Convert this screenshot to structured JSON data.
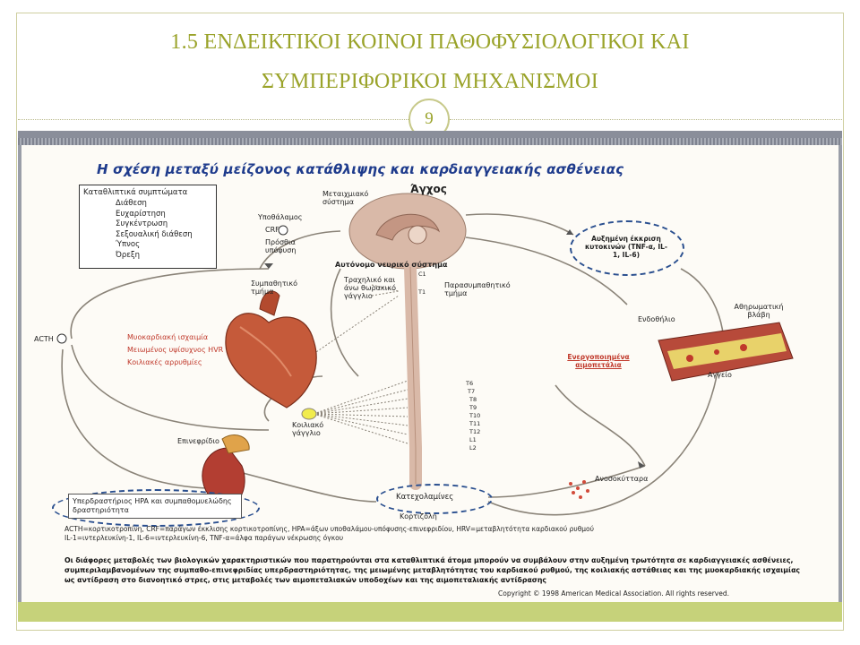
{
  "slide": {
    "title_line1": "1.5 ΕΝΔΕΙΚΤΙΚΟΙ ΚΟΙΝΟΙ ΠΑΘΟΦΥΣΙΟΛΟΓΙΚΟΙ ΚΑΙ",
    "title_line2": "ΣΥΜΠΕΡΙΦΟΡΙΚΟΙ ΜΗΧΑΝΙΣΜΟΙ",
    "page_number": "9"
  },
  "figure": {
    "title": "Η σχέση μεταξύ μείζονος κατάθλιψης και καρδιαγγειακής ασθένειας",
    "stress_label": "Άγχος",
    "symptoms_header": "Καταθλιπτικά συμπτώματα",
    "symptoms": [
      "Διάθεση",
      "Ευχαρίστηση",
      "Συγκέντρωση",
      "Σεξουαλική διάθεση",
      "Ύπνος",
      "Όρεξη"
    ],
    "labels": {
      "metaichmiako": "Μεταιχμιακό σύστημα",
      "ypothalamos": "Υποθάλαμος",
      "crf": "CRF",
      "prosthia": "Πρόσθια υπόφυση",
      "autonomic": "Αυτόνομο νευρικό σύστημα",
      "sympathetic": "Συμπαθητικό τμήμα",
      "trachiliko": "Τραχηλικό και άνω θωρακικό γάγγλιο",
      "parasympathetic": "Παρασυμπαθητικό τμήμα",
      "cytokines": "Αυξημένη έκκριση κυτοκινών (TNF-α, IL-1, IL-6)",
      "acth": "ACTH",
      "myocardial": "Μυοκαρδιακή ισχαιμία",
      "hrv": "Μειωμένος υψίσυχνος HVR",
      "arrhythmias": "Κοιλιακές αρρυθμίες",
      "endothelium": "Ενδοθήλιο",
      "atheromatic": "Αθηρωματική βλάβη",
      "platelets": "Ενεργοποιημένα αιμοπετάλια",
      "vessel": "Αγγείο",
      "koiliako": "Κοιλιακό γάγγλιο",
      "adrenal": "Επινεφρίδιο",
      "immune": "Ανοσοκύτταρα",
      "hpa": "Υπερδραστήριος HPA και συμπαθομυελώδης δραστηριότητα",
      "catecholamines": "Κατεχολαμίνες",
      "cortisol": "Κορτιζόλη"
    },
    "spine_levels": [
      "C1",
      "T1",
      "T6",
      "T7",
      "T8",
      "T9",
      "T10",
      "T11",
      "T12",
      "L1",
      "L2"
    ],
    "abbreviations_1": "ACTH=κορτικοτροπίνη, CRF=παράγων έκκλισης κορτικοτροπίνης, HPA=άξων υποθαλάμου-υπόφυσης-επινεφριδίου, HRV=μεταβλητότητα καρδιακού ρυθμού",
    "abbreviations_2": "IL-1=ιντερλευκίνη-1, IL-6=ιντερλευκίνη-6, TNF-α=άλφα παράγων νέκρωσης όγκου",
    "caption": "Οι διάφορες μεταβολές των βιολογικών χαρακτηριστικών που παρατηρούνται στα καταθλιπτικά άτομα μπορούν να συμβάλουν στην αυξημένη τρωτότητα σε καρδιαγγειακές ασθένειες, συμπεριλαμβανομένων της συμπαθο-επινεφριδίας υπερδραστηριότητας, της μειωμένης μεταβλητότητας του καρδιακού ρυθμού, της κοιλιακής αστάθειας και της μυοκαρδιακής ισχαιμίας ως αντίδραση στο διανοητικό στρες, στις μεταβολές των αιμοπεταλιακών υποδοχέων και της αιμοπεταλιακής αντίδρασης",
    "copyright": "Copyright © 1998 American Medical Association. All rights reserved."
  },
  "colors": {
    "title": "#9aa32a",
    "figure_title": "#1e3b8c",
    "red_text": "#c0392b",
    "dashed": "#2a4f8f",
    "accent_bar": "#c6d27a"
  }
}
